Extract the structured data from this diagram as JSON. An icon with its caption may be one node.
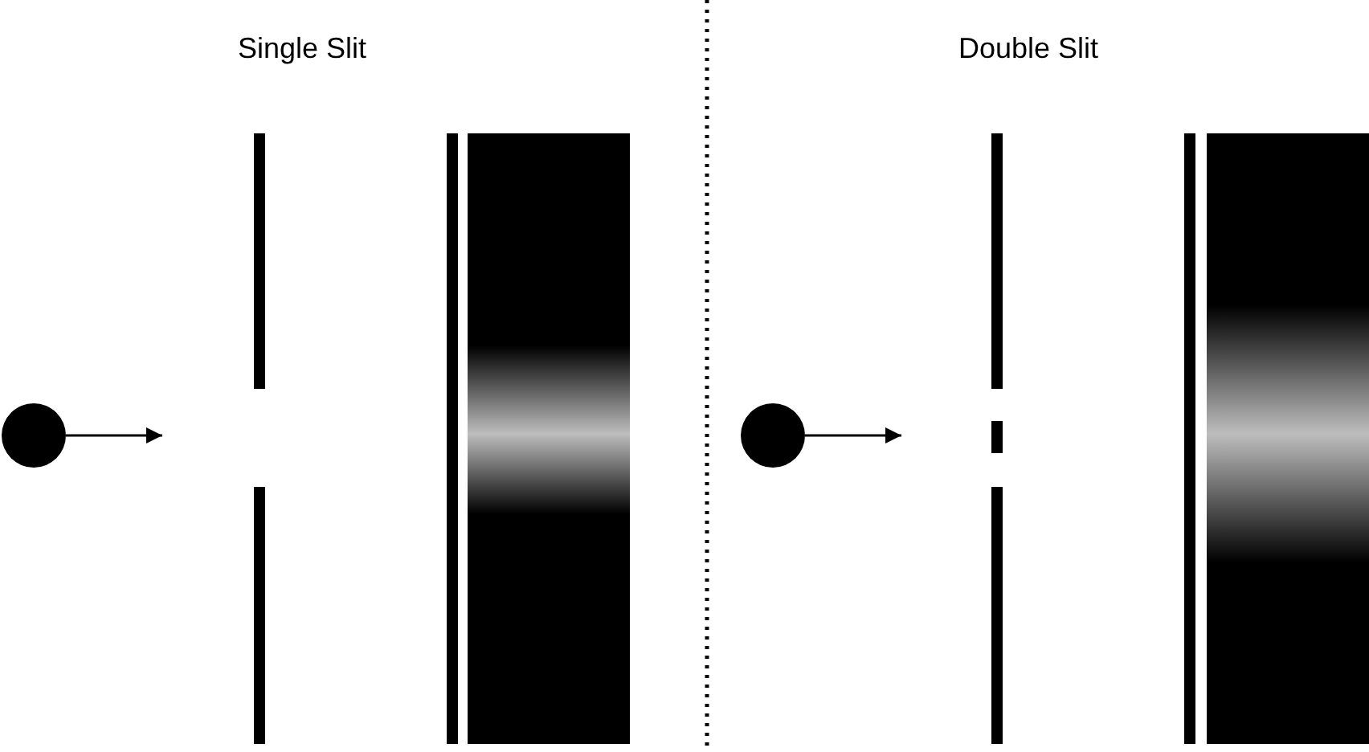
{
  "diagram": {
    "nodes": [
      {
        "text": [],
        "shape": "circle"
      },
      {
        "text": [],
        "shape": "circle"
      }
    ],
    "edges": [
      {
        "from": 0,
        "to": null,
        "arrow": "to"
      },
      {
        "from": 1,
        "to": null,
        "arrow": "to"
      }
    ],
    "labels": [
      "Single Slit",
      "Double Slit"
    ]
  }
}
